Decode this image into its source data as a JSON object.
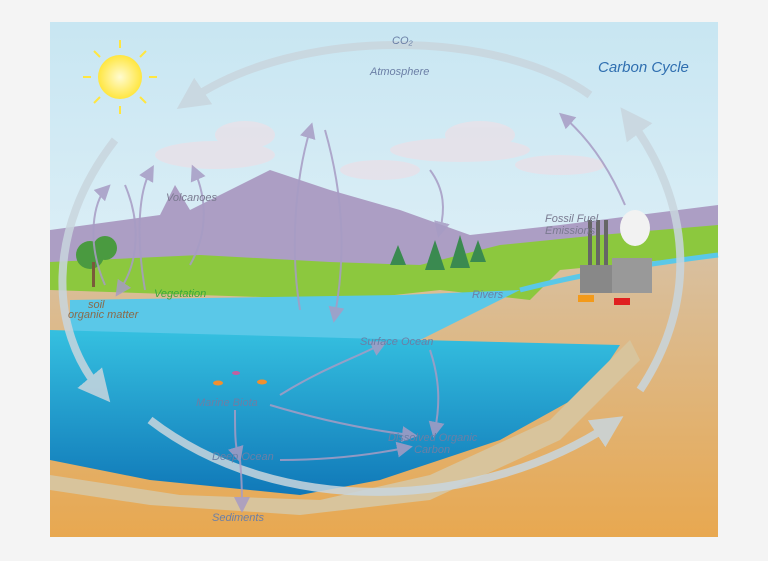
{
  "diagram": {
    "title": "Carbon Cycle",
    "labels": {
      "co2": "CO₂",
      "atmosphere": "Atmosphere",
      "volcanoes": "Volcanoes",
      "vegetation": "Vegetation",
      "soil_line1": "soil",
      "soil_line2": "organic matter",
      "fossil_line1": "Fossil Fuel",
      "fossil_line2": "Emissions",
      "rivers": "Rivers",
      "surface_ocean": "Surface Ocean",
      "marine_biota": "Marine Biota",
      "doc_line1": "Dissolved Organic",
      "doc_line2": "Carbon",
      "deep_ocean": "Deep Ocean",
      "sediments": "Sediments"
    },
    "colors": {
      "sky": "#d6ecf4",
      "mountain": "#a99bc0",
      "grass": "#8cc83e",
      "ocean": "#2ab0d8",
      "sand": "#e2b978",
      "arrow": "#a79cc4",
      "cycle_arrow": "#c9d6de"
    }
  }
}
